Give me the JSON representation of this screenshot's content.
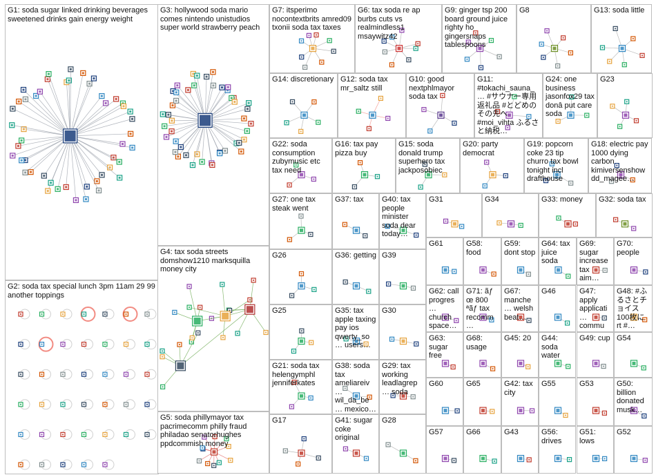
{
  "groups": [
    {
      "id": "G1",
      "label": "G1: soda sugar linked drinking beverages sweetened drinks gain energy weight",
      "hub_color": "#1a3d7a",
      "edge_color": "#9aa0aa",
      "nodes": 48,
      "style": "hubstar"
    },
    {
      "id": "G2",
      "label": "G2: soda tax special lunch 3pm 11am 29 99 another toppings",
      "hub_color": "#9ec5e3",
      "edge_color": "#d0d0d0",
      "nodes": 40,
      "style": "selfloops"
    },
    {
      "id": "G3",
      "label": "G3: hollywood soda mario comes nintendo unistudios super world strawberry peach",
      "hub_color": "#1a3d7a",
      "edge_color": "#9aa0aa",
      "nodes": 46,
      "style": "hubstar"
    },
    {
      "id": "G4",
      "label": "G4: tax soda streets domshow1210 marksquilla money city",
      "hub_color": "#b03030",
      "edge_color": "#6aa84f",
      "nodes": 22,
      "style": "multihub"
    },
    {
      "id": "G5",
      "label": "G5: soda phillymayor tax pacrimecomm philly fraud philadao senatorhughes ppdcommish money",
      "hub_color": "#c0392b",
      "edge_color": "#e06666",
      "nodes": 12,
      "style": "cluster"
    },
    {
      "id": "G6",
      "label": "G6: tax soda re ap burbs cuts vs realmindless1 msaywitz42",
      "hub_color": "#cc3333",
      "edge_color": "#aaaaaa",
      "nodes": 9,
      "style": "cluster"
    },
    {
      "id": "G7",
      "label": "G7: itsperimo nocontextbrits amred09 txonii soda tax taxes",
      "hub_color": "#e6a23c",
      "edge_color": "#aaaaaa",
      "nodes": 9,
      "style": "cluster"
    },
    {
      "id": "G8",
      "label": "G8",
      "hub_color": "#6b8e23",
      "edge_color": "#aaaaaa",
      "nodes": 7,
      "style": "small"
    },
    {
      "id": "G9",
      "label": "G9: ginger tsp 200 board ground juice righty ho gingersnaps tablespoons",
      "hub_color": "#8e44ad",
      "edge_color": "#aaaaaa",
      "nodes": 7,
      "style": "cluster"
    },
    {
      "id": "G10",
      "label": "G10: good nextphlmayor soda tax",
      "hub_color": "#5b3a8e",
      "edge_color": "#aaaaaa",
      "nodes": 5,
      "style": "small"
    },
    {
      "id": "G11",
      "label": "G11: #tokachi_sauna_… #サウナー専用返礼品 #とどめのその先へ #moi_vihta ふるさと納税…",
      "hub_color": "#8e44ad",
      "edge_color": "#aaaaaa",
      "nodes": 5,
      "style": "small"
    },
    {
      "id": "G12",
      "label": "G12: soda tax mr_saltz still",
      "hub_color": "#2e86c1",
      "edge_color": "#f28b82",
      "nodes": 5,
      "style": "small"
    },
    {
      "id": "G13",
      "label": "G13: soda little",
      "hub_color": "#2e86c1",
      "edge_color": "#aaaaaa",
      "nodes": 7,
      "style": "small"
    },
    {
      "id": "G14",
      "label": "G14: discretionary",
      "hub_color": "#2e86c1",
      "edge_color": "#aaaaaa",
      "nodes": 6,
      "style": "small"
    },
    {
      "id": "G15",
      "label": "G15: soda donald trump superhero tax jackposobiec",
      "hub_color": "#27ae60",
      "edge_color": "#aaaaaa",
      "nodes": 4,
      "style": "small"
    },
    {
      "id": "G16",
      "label": "G16: tax pay pizza buy",
      "hub_color": "#27ae60",
      "edge_color": "#aaaaaa",
      "nodes": 4,
      "style": "small"
    },
    {
      "id": "G17",
      "label": "G17",
      "hub_color": "#c0392b",
      "edge_color": "#aaaaaa",
      "nodes": 5,
      "style": "small"
    },
    {
      "id": "G18",
      "label": "G18: electric pay 1000 dying carbon kimiversenshow dd_magee…",
      "hub_color": "#8e44ad",
      "edge_color": "#aaaaaa",
      "nodes": 4,
      "style": "small"
    },
    {
      "id": "G19",
      "label": "G19: popcorn coke 23 tip churro tax bowl tonight incl drafthouse",
      "hub_color": "#2e86c1",
      "edge_color": "#aaaaaa",
      "nodes": 4,
      "style": "small"
    },
    {
      "id": "G20",
      "label": "G20: party democrat",
      "hub_color": "#e6a23c",
      "edge_color": "#aaaaaa",
      "nodes": 4,
      "style": "small"
    },
    {
      "id": "G21",
      "label": "G21: soda tax helengymphl jenniferkates",
      "hub_color": "#27ae60",
      "edge_color": "#aaaaaa",
      "nodes": 4,
      "style": "small"
    },
    {
      "id": "G22",
      "label": "G22: soda consumption zubymusic etc tax need",
      "hub_color": "#8e44ad",
      "edge_color": "#aaaaaa",
      "nodes": 4,
      "style": "small"
    },
    {
      "id": "G23",
      "label": "G23",
      "hub_color": "#8e44ad",
      "edge_color": "#aaaaaa",
      "nodes": 5,
      "style": "small"
    },
    {
      "id": "G24",
      "label": "G24: one business jasonfox29 tax donâ put care soda",
      "hub_color": "#2e86c1",
      "edge_color": "#aaaaaa",
      "nodes": 4,
      "style": "small"
    },
    {
      "id": "G25",
      "label": "G25",
      "hub_color": "#27ae60",
      "edge_color": "#aaaaaa",
      "nodes": 4,
      "style": "small"
    },
    {
      "id": "G26",
      "label": "G26",
      "hub_color": "#2e86c1",
      "edge_color": "#aaaaaa",
      "nodes": 4,
      "style": "small"
    },
    {
      "id": "G27",
      "label": "G27: one tax steak went",
      "hub_color": "#27ae60",
      "edge_color": "#aaaaaa",
      "nodes": 4,
      "style": "small"
    },
    {
      "id": "G28",
      "label": "G28",
      "hub_color": "#27ae60",
      "edge_color": "#aaaaaa",
      "nodes": 3,
      "style": "small"
    },
    {
      "id": "G29",
      "label": "G29: tax working leadlagrep… soda",
      "hub_color": "#c0392b",
      "edge_color": "#aaaaaa",
      "nodes": 3,
      "style": "small"
    },
    {
      "id": "G30",
      "label": "G30",
      "hub_color": "#e6a23c",
      "edge_color": "#aaaaaa",
      "nodes": 3,
      "style": "small"
    },
    {
      "id": "G31",
      "label": "G31",
      "hub_color": "#e6a23c",
      "edge_color": "#aaaaaa",
      "nodes": 3,
      "style": "small"
    },
    {
      "id": "G32",
      "label": "G32: soda tax",
      "hub_color": "#6b8e23",
      "edge_color": "#aaaaaa",
      "nodes": 3,
      "style": "small"
    },
    {
      "id": "G33",
      "label": "G33: money",
      "hub_color": "#c0392b",
      "edge_color": "#aaaaaa",
      "nodes": 3,
      "style": "small"
    },
    {
      "id": "G34",
      "label": "G34",
      "hub_color": "#8e44ad",
      "edge_color": "#aaaaaa",
      "nodes": 3,
      "style": "small"
    },
    {
      "id": "G35",
      "label": "G35: tax apple taxing pay ios qwerty_so… users…",
      "hub_color": "#2e86c1",
      "edge_color": "#aaaaaa",
      "nodes": 3,
      "style": "small"
    },
    {
      "id": "G36",
      "label": "G36: getting",
      "hub_color": "#2e86c1",
      "edge_color": "#aaaaaa",
      "nodes": 3,
      "style": "small"
    },
    {
      "id": "G37",
      "label": "G37: tax",
      "hub_color": "#2e86c1",
      "edge_color": "#aaaaaa",
      "nodes": 3,
      "style": "small"
    },
    {
      "id": "G38",
      "label": "G38: soda tax ameliareiv… wil_da_be… mexico…",
      "hub_color": "#2e86c1",
      "edge_color": "#aaaaaa",
      "nodes": 3,
      "style": "small"
    },
    {
      "id": "G39",
      "label": "G39",
      "hub_color": "#27ae60",
      "edge_color": "#aaaaaa",
      "nodes": 3,
      "style": "small"
    },
    {
      "id": "G40",
      "label": "G40: tax people minister soda dear today…",
      "hub_color": "#27ae60",
      "edge_color": "#aaaaaa",
      "nodes": 3,
      "style": "small"
    },
    {
      "id": "G41",
      "label": "G41: sugar coke original",
      "hub_color": "#c0392b",
      "edge_color": "#aaaaaa",
      "nodes": 3,
      "style": "small"
    },
    {
      "id": "G42",
      "label": "G42: tax city",
      "hub_color": "#8e44ad",
      "edge_color": "#aaaaaa",
      "nodes": 2,
      "style": "pair"
    },
    {
      "id": "G43",
      "label": "G43",
      "hub_color": "#2e86c1",
      "edge_color": "#aaaaaa",
      "nodes": 2,
      "style": "pair"
    },
    {
      "id": "G44",
      "label": "G44: soda water",
      "hub_color": "#27ae60",
      "edge_color": "#aaaaaa",
      "nodes": 2,
      "style": "pair"
    },
    {
      "id": "G45",
      "label": "G45: 20",
      "hub_color": "#8e44ad",
      "edge_color": "#aaaaaa",
      "nodes": 2,
      "style": "pair"
    },
    {
      "id": "G46",
      "label": "G46",
      "hub_color": "#2e86c1",
      "edge_color": "#aaaaaa",
      "nodes": 2,
      "style": "pair"
    },
    {
      "id": "G47",
      "label": "G47: apply applicati… commu…",
      "hub_color": "#c0392b",
      "edge_color": "#aaaaaa",
      "nodes": 2,
      "style": "pair"
    },
    {
      "id": "G48",
      "label": "G48: #ふるさとチョイス 100枚に rt #…",
      "hub_color": "#e6a23c",
      "edge_color": "#aaaaaa",
      "nodes": 2,
      "style": "pair"
    },
    {
      "id": "G49",
      "label": "G49: cup",
      "hub_color": "#8e44ad",
      "edge_color": "#aaaaaa",
      "nodes": 2,
      "style": "pair"
    },
    {
      "id": "G50",
      "label": "G50: billion donated musk…",
      "hub_color": "#8e44ad",
      "edge_color": "#aaaaaa",
      "nodes": 2,
      "style": "pair"
    },
    {
      "id": "G51",
      "label": "G51: lows",
      "hub_color": "#2e86c1",
      "edge_color": "#aaaaaa",
      "nodes": 2,
      "style": "pair"
    },
    {
      "id": "G52",
      "label": "G52",
      "hub_color": "#2e86c1",
      "edge_color": "#aaaaaa",
      "nodes": 2,
      "style": "pair"
    },
    {
      "id": "G53",
      "label": "G53",
      "hub_color": "#c0392b",
      "edge_color": "#aaaaaa",
      "nodes": 2,
      "style": "pair"
    },
    {
      "id": "G54",
      "label": "G54",
      "hub_color": "#27ae60",
      "edge_color": "#aaaaaa",
      "nodes": 2,
      "style": "pair"
    },
    {
      "id": "G55",
      "label": "G55",
      "hub_color": "#2e86c1",
      "edge_color": "#aaaaaa",
      "nodes": 2,
      "style": "pair"
    },
    {
      "id": "G56",
      "label": "G56: drives",
      "hub_color": "#2e86c1",
      "edge_color": "#aaaaaa",
      "nodes": 2,
      "style": "pair"
    },
    {
      "id": "G57",
      "label": "G57",
      "hub_color": "#8e44ad",
      "edge_color": "#aaaaaa",
      "nodes": 2,
      "style": "pair"
    },
    {
      "id": "G58",
      "label": "G58: food",
      "hub_color": "#8e44ad",
      "edge_color": "#aaaaaa",
      "nodes": 2,
      "style": "pair"
    },
    {
      "id": "G59",
      "label": "G59: dont stop",
      "hub_color": "#2e86c1",
      "edge_color": "#aaaaaa",
      "nodes": 2,
      "style": "pair"
    },
    {
      "id": "G60",
      "label": "G60",
      "hub_color": "#2e86c1",
      "edge_color": "#aaaaaa",
      "nodes": 2,
      "style": "pair"
    },
    {
      "id": "G61",
      "label": "G61",
      "hub_color": "#2e86c1",
      "edge_color": "#aaaaaa",
      "nodes": 2,
      "style": "pair"
    },
    {
      "id": "G62",
      "label": "G62: call progres… church space…",
      "hub_color": "#8e44ad",
      "edge_color": "#aaaaaa",
      "nodes": 2,
      "style": "pair"
    },
    {
      "id": "G63",
      "label": "G63: sugar free",
      "hub_color": "#8e44ad",
      "edge_color": "#aaaaaa",
      "nodes": 2,
      "style": "pair"
    },
    {
      "id": "G64",
      "label": "G64: tax juice soda",
      "hub_color": "#2e86c1",
      "edge_color": "#aaaaaa",
      "nodes": 2,
      "style": "pair"
    },
    {
      "id": "G65",
      "label": "G65",
      "hub_color": "#c0392b",
      "edge_color": "#aaaaaa",
      "nodes": 2,
      "style": "pair"
    },
    {
      "id": "G66",
      "label": "G66",
      "hub_color": "#27ae60",
      "edge_color": "#aaaaaa",
      "nodes": 2,
      "style": "pair"
    },
    {
      "id": "G67",
      "label": "G67: manche… welsh beat…",
      "hub_color": "#c0392b",
      "edge_color": "#aaaaaa",
      "nodes": 2,
      "style": "pair"
    },
    {
      "id": "G68",
      "label": "G68: usage",
      "hub_color": "#8e44ad",
      "edge_color": "#aaaaaa",
      "nodes": 2,
      "style": "pair"
    },
    {
      "id": "G69",
      "label": "G69: sugar increase tax aim…",
      "hub_color": "#c0392b",
      "edge_color": "#aaaaaa",
      "nodes": 2,
      "style": "pair"
    },
    {
      "id": "G70",
      "label": "G70: people",
      "hub_color": "#8e44ad",
      "edge_color": "#aaaaaa",
      "nodes": 2,
      "style": "pair"
    },
    {
      "id": "G71",
      "label": "G71: ãƒ œ 800 ªãƒ tax recomm…",
      "hub_color": "#8e44ad",
      "edge_color": "#aaaaaa",
      "nodes": 2,
      "style": "pair"
    }
  ]
}
